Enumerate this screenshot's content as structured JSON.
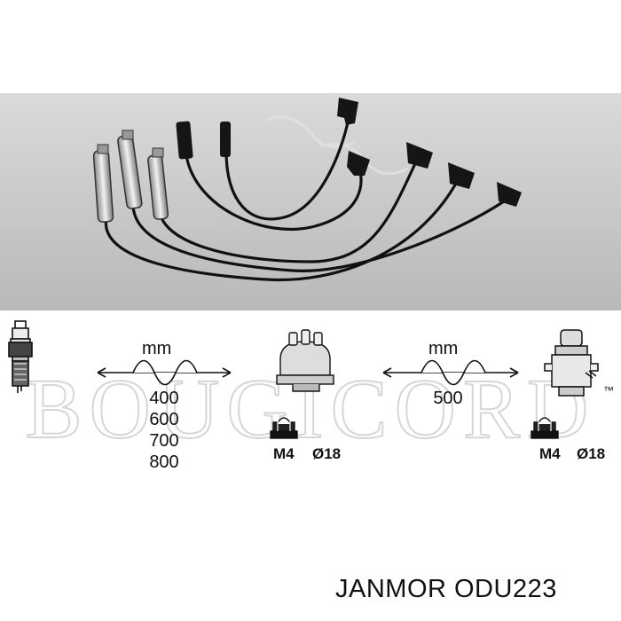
{
  "product": {
    "title": "JANMOR ODU223"
  },
  "watermark": {
    "text": "BOUGICORD"
  },
  "diagram": {
    "left_section": {
      "unit": "mm",
      "lengths": [
        "400",
        "600",
        "700",
        "800"
      ]
    },
    "right_section": {
      "unit": "mm",
      "lengths": [
        "500"
      ]
    },
    "distributor_terminal": {
      "thread": "M4",
      "diameter": "Ø18"
    },
    "coil_terminal": {
      "thread": "M4",
      "diameter": "Ø18"
    }
  },
  "colors": {
    "photo_background": "#c9c9c9",
    "wire": "#111111",
    "watermark": "#d6d6d6"
  },
  "icons": [
    "spark-plug-icon",
    "distributor-cap-icon",
    "ignition-coil-icon",
    "terminal-connector-icon"
  ]
}
